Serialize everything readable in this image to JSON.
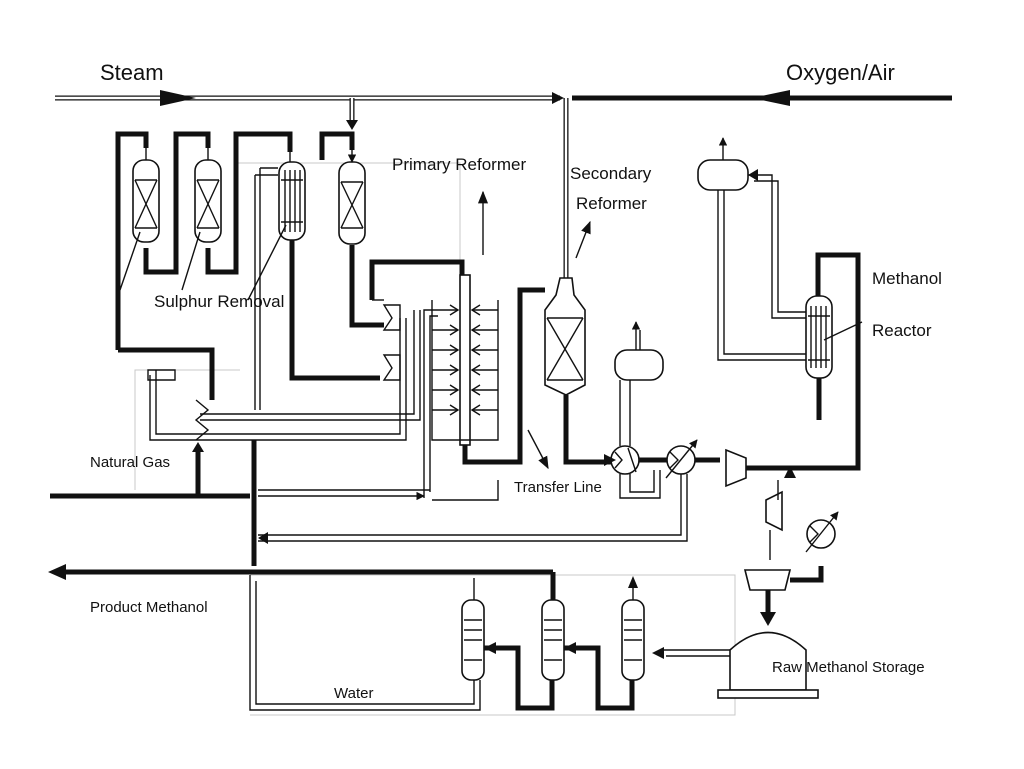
{
  "labels": {
    "steam": "Steam",
    "oxygen_air": "Oxygen/Air",
    "primary_reformer": "Primary Reformer",
    "secondary_reformer_1": "Secondary",
    "secondary_reformer_2": "Reformer",
    "methanol_reactor_1": "Methanol",
    "methanol_reactor_2": "Reactor",
    "sulphur_removal": "Sulphur Removal",
    "natural_gas": "Natural Gas",
    "transfer_line": "Transfer Line",
    "product_methanol": "Product Methanol",
    "water": "Water",
    "raw_methanol_storage": "Raw Methanol Storage"
  }
}
